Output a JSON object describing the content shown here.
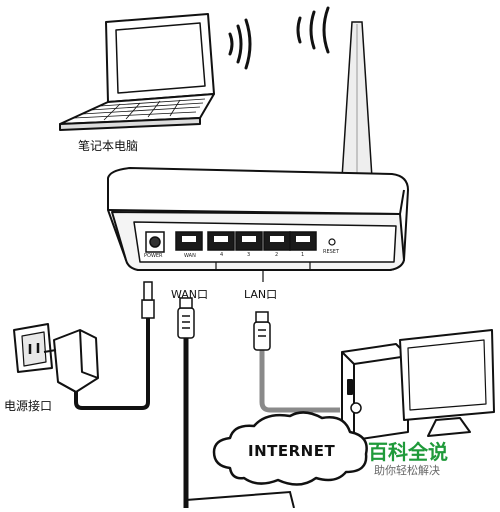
{
  "labels": {
    "laptop": "笔记本电脑",
    "power_socket": "电源接口",
    "wan_port": "WAN口",
    "lan_port": "LAN口",
    "internet": "INTERNET"
  },
  "router_panel": {
    "power": "POWER",
    "wan": "WAN",
    "ports": [
      "4",
      "3",
      "2",
      "1"
    ],
    "reset": "RESET"
  },
  "watermark": {
    "title": "百科全说",
    "subtitle": "助你轻松解决"
  },
  "colors": {
    "line": "#111111",
    "gray_cable": "#8a8a8a",
    "brand_green": "#1f9a3a",
    "device_fill": "#ffffff",
    "dark_fill": "#1a1a1a"
  }
}
